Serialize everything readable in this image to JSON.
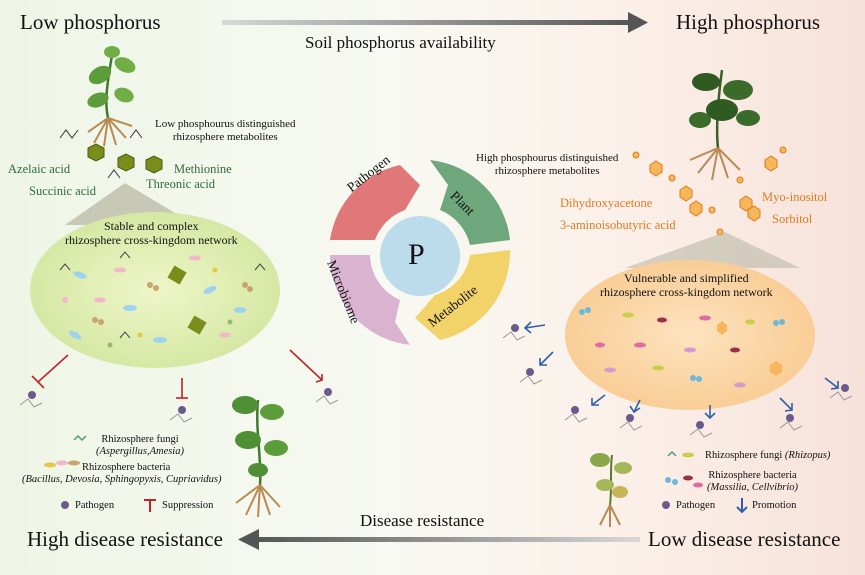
{
  "header": {
    "left_title": "Low phosphorus",
    "right_title": "High phosphorus",
    "axis_label": "Soil phosphorus availability"
  },
  "footer": {
    "left_title": "High disease resistance",
    "right_title": "Low disease resistance",
    "axis_label": "Disease resistance"
  },
  "center": {
    "core_label": "P",
    "segments": [
      "Pathogen",
      "Plant",
      "Metabolite",
      "Microbiome"
    ],
    "colors": {
      "pathogen": "#e0787a",
      "plant": "#6fa77c",
      "metabolite": "#f1d36a",
      "microbiome": "#d9b3cf",
      "core": "#bcdcec"
    }
  },
  "low_p": {
    "metabolites_title_line1": "Low phosphourus distinguished",
    "metabolites_title_line2": "rhizosphere metabolites",
    "metabolites": [
      "Azelaic acid",
      "Methionine",
      "Succinic acid",
      "Threonic acid"
    ],
    "network_line1": "Stable and complex",
    "network_line2": "rhizosphere cross-kingdom network",
    "legend": {
      "fungi_label": "Rhizosphere fungi",
      "fungi_taxa": "(Aspergillus,Amesia)",
      "bacteria_label": "Rhizosphere bacteria",
      "bacteria_taxa": "(Bacillus, Devosia, Sphingopyxis, Cupriavidus)",
      "pathogen": "Pathogen",
      "effect": "Suppression"
    }
  },
  "high_p": {
    "metabolites_title_line1": "High phosphourus distinguished",
    "metabolites_title_line2": "rhizosphere metabolites",
    "metabolites": [
      "Dihydroxyacetone",
      "Myo-inositol",
      "3-aminoisobutyric acid",
      "Sorbitol"
    ],
    "network_line1": "Vulnerable and simplified",
    "network_line2": "rhizosphere cross-kingdom network",
    "legend": {
      "fungi_label": "Rhizosphere fungi",
      "fungi_taxa": "(Rhizopus)",
      "bacteria_label": "Rhizosphere bacteria",
      "bacteria_taxa": "(Massilia, Cellvibrio)",
      "pathogen": "Pathogen",
      "effect": "Promotion"
    }
  },
  "colors": {
    "suppression": "#c0242a",
    "promotion": "#2f5fa8",
    "arrow": "#555555"
  }
}
